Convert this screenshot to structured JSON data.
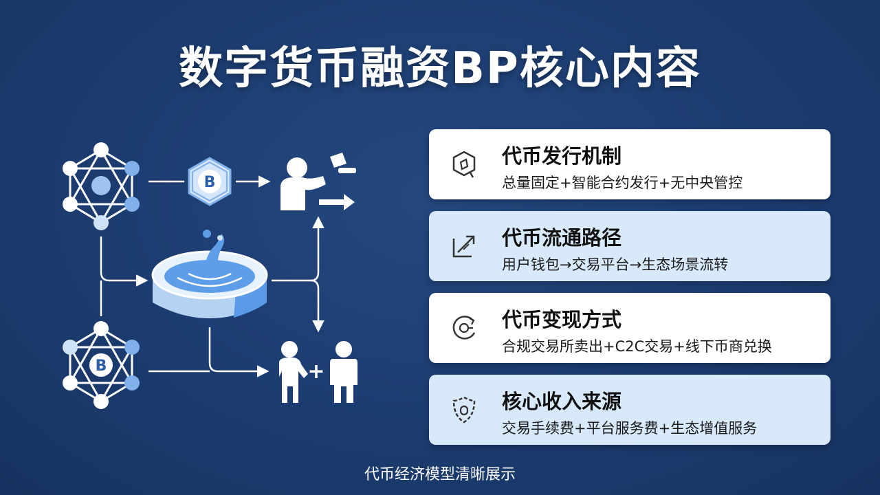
{
  "title": "数字货币融资BP核心内容",
  "diagram": {
    "hex_label_top": "B",
    "hex_label_bottom": "B",
    "plus_sign": "+"
  },
  "cards": [
    {
      "heading": "代币发行机制",
      "desc": "总量固定+智能合约发行+无中央管控",
      "icon": "token-issue-icon"
    },
    {
      "heading": "代币流通路径",
      "desc": "用户钱包→交易平台→生态场景流转",
      "icon": "circulation-arrow-icon"
    },
    {
      "heading": "代币变现方式",
      "desc": "合规交易所卖出+C2C交易+线下币商兑换",
      "icon": "exchange-cycle-icon"
    },
    {
      "heading": "核心收入来源",
      "desc": "交易手续费+平台服务费+生态增值服务",
      "icon": "revenue-shield-icon"
    }
  ],
  "caption": "代币经济模型清晰展示",
  "colors": {
    "background": "#1c3c70",
    "accent": "#4a90e2",
    "card_blue": "#d8e9fb"
  }
}
